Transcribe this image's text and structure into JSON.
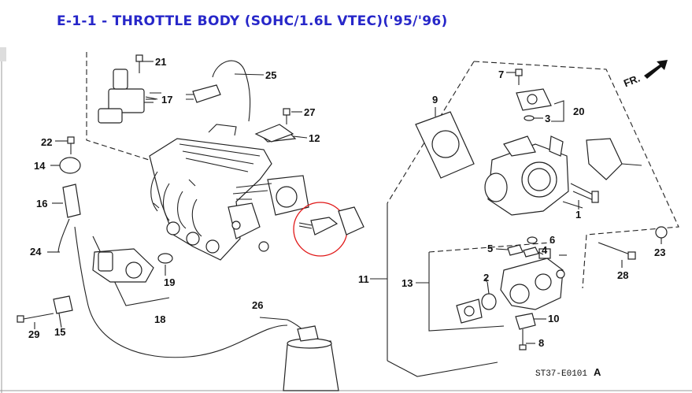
{
  "page": {
    "title": "E-1-1 - THROTTLE BODY (SOHC/1.6L VTEC)('95/'96)"
  },
  "diagram": {
    "direction_label": "FR.",
    "code_label": "ST37-E0101",
    "code_suffix": "A",
    "highlight_color": "#e01818",
    "callouts": [
      {
        "id": "c1",
        "text": "1"
      },
      {
        "id": "c2",
        "text": "2"
      },
      {
        "id": "c3",
        "text": "3"
      },
      {
        "id": "c4",
        "text": "4"
      },
      {
        "id": "c5",
        "text": "5"
      },
      {
        "id": "c6",
        "text": "6"
      },
      {
        "id": "c7",
        "text": "7"
      },
      {
        "id": "c8",
        "text": "8"
      },
      {
        "id": "c9",
        "text": "9"
      },
      {
        "id": "c10",
        "text": "10"
      },
      {
        "id": "c11",
        "text": "11"
      },
      {
        "id": "c12",
        "text": "12"
      },
      {
        "id": "c13",
        "text": "13"
      },
      {
        "id": "c14",
        "text": "14"
      },
      {
        "id": "c15",
        "text": "15"
      },
      {
        "id": "c16",
        "text": "16"
      },
      {
        "id": "c17",
        "text": "17"
      },
      {
        "id": "c18",
        "text": "18"
      },
      {
        "id": "c19",
        "text": "19"
      },
      {
        "id": "c20",
        "text": "20"
      },
      {
        "id": "c21",
        "text": "21"
      },
      {
        "id": "c22",
        "text": "22"
      },
      {
        "id": "c23",
        "text": "23"
      },
      {
        "id": "c24",
        "text": "24"
      },
      {
        "id": "c25",
        "text": "25"
      },
      {
        "id": "c26",
        "text": "26"
      },
      {
        "id": "c27",
        "text": "27"
      },
      {
        "id": "c28",
        "text": "28"
      },
      {
        "id": "c29",
        "text": "29"
      }
    ]
  }
}
